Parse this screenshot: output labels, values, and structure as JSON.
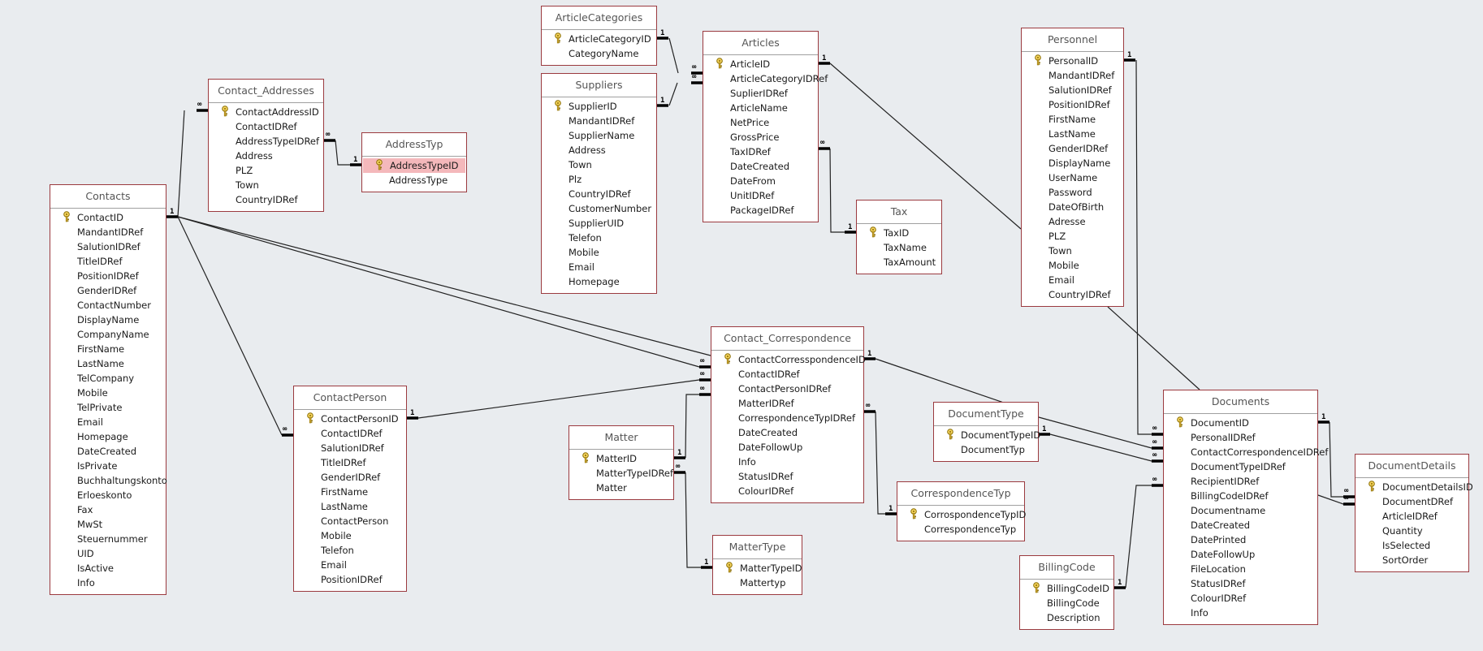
{
  "tables": [
    {
      "name": "Contacts",
      "fields": [
        "ContactID",
        "MandantIDRef",
        "SalutionIDRef",
        "TitleIDRef",
        "PositionIDRef",
        "GenderIDRef",
        "ContactNumber",
        "DisplayName",
        "CompanyName",
        "FirstName",
        "LastName",
        "TelCompany",
        "Mobile",
        "TelPrivate",
        "Email",
        "Homepage",
        "DateCreated",
        "IsPrivate",
        "Buchhaltungskonto",
        "Erloeskonto",
        "Fax",
        "MwSt",
        "Steuernummer",
        "UID",
        "IsActive",
        "Info"
      ],
      "key_index": 0
    },
    {
      "name": "Contact_Addresses",
      "fields": [
        "ContactAddressID",
        "ContactIDRef",
        "AddressTypeIDRef",
        "Address",
        "PLZ",
        "Town",
        "CountryIDRef"
      ],
      "key_index": 0
    },
    {
      "name": "AddressTyp",
      "fields": [
        "AddressTypeID",
        "AddressType"
      ],
      "key_index": 0,
      "selected_index": 0
    },
    {
      "name": "ArticleCategories",
      "fields": [
        "ArticleCategoryID",
        "CategoryName"
      ],
      "key_index": 0
    },
    {
      "name": "Suppliers",
      "fields": [
        "SupplierID",
        "MandantIDRef",
        "SupplierName",
        "Address",
        "Town",
        "Plz",
        "CountryIDRef",
        "CustomerNumber",
        "SupplierUID",
        "Telefon",
        "Mobile",
        "Email",
        "Homepage"
      ],
      "key_index": 0
    },
    {
      "name": "Articles",
      "fields": [
        "ArticleID",
        "ArticleCategoryIDRef",
        "SuplierIDRef",
        "ArticleName",
        "NetPrice",
        "GrossPrice",
        "TaxIDRef",
        "DateCreated",
        "DateFrom",
        "UnitIDRef",
        "PackageIDRef"
      ],
      "key_index": 0
    },
    {
      "name": "Tax",
      "fields": [
        "TaxID",
        "TaxName",
        "TaxAmount"
      ],
      "key_index": 0
    },
    {
      "name": "Personnel",
      "fields": [
        "PersonalID",
        "MandantIDRef",
        "SalutionIDRef",
        "PositionIDRef",
        "FirstName",
        "LastName",
        "GenderIDRef",
        "DisplayName",
        "UserName",
        "Password",
        "DateOfBirth",
        "Adresse",
        "PLZ",
        "Town",
        "Mobile",
        "Email",
        "CountryIDRef"
      ],
      "key_index": 0
    },
    {
      "name": "Contact_Correspondence",
      "fields": [
        "ContactCorresspondenceID",
        "ContactIDRef",
        "ContactPersonIDRef",
        "MatterIDRef",
        "CorrespondenceTypIDRef",
        "DateCreated",
        "DateFollowUp",
        "Info",
        "StatusIDRef",
        "ColourIDRef"
      ],
      "key_index": 0
    },
    {
      "name": "ContactPerson",
      "fields": [
        "ContactPersonID",
        "ContactIDRef",
        "SalutionIDRef",
        "TitleIDRef",
        "GenderIDRef",
        "FirstName",
        "LastName",
        "ContactPerson",
        "Mobile",
        "Telefon",
        "Email",
        "PositionIDRef"
      ],
      "key_index": 0
    },
    {
      "name": "Matter",
      "fields": [
        "MatterID",
        "MatterTypeIDRef",
        "Matter"
      ],
      "key_index": 0
    },
    {
      "name": "MatterType",
      "fields": [
        "MatterTypeID",
        "Mattertyp"
      ],
      "key_index": 0
    },
    {
      "name": "DocumentType",
      "fields": [
        "DocumentTypeID",
        "DocumentTyp"
      ],
      "key_index": 0
    },
    {
      "name": "CorrespondenceTyp",
      "fields": [
        "CorrospondenceTypID",
        "CorrespondenceTyp"
      ],
      "key_index": 0
    },
    {
      "name": "BillingCode",
      "fields": [
        "BillingCodeID",
        "BillingCode",
        "Description"
      ],
      "key_index": 0
    },
    {
      "name": "Documents",
      "fields": [
        "DocumentID",
        "PersonalIDRef",
        "ContactCorrespondenceIDRef",
        "DocumentTypeIDRef",
        "RecipientIDRef",
        "BillingCodeIDRef",
        "Documentname",
        "DateCreated",
        "DatePrinted",
        "DateFollowUp",
        "FileLocation",
        "StatusIDRef",
        "ColourIDRef",
        "Info"
      ],
      "key_index": 0
    },
    {
      "name": "DocumentDetails",
      "fields": [
        "DocumentDetailsID",
        "DocumentDRef",
        "ArticleIDRef",
        "Quantity",
        "IsSelected",
        "SortOrder"
      ],
      "key_index": 0
    }
  ],
  "relationships": [
    {
      "from": "Contacts.ContactID",
      "to": "Contact_Addresses.ContactIDRef",
      "one": "1",
      "many": "∞"
    },
    {
      "from": "AddressTyp.AddressTypeID",
      "to": "Contact_Addresses.AddressTypeIDRef",
      "one": "1",
      "many": "∞"
    },
    {
      "from": "ArticleCategories.ArticleCategoryID",
      "to": "Articles.ArticleCategoryIDRef",
      "one": "1",
      "many": "∞"
    },
    {
      "from": "Suppliers.SupplierID",
      "to": "Articles.SuplierIDRef",
      "one": "1",
      "many": "∞"
    },
    {
      "from": "Tax.TaxID",
      "to": "Articles.TaxIDRef",
      "one": "1",
      "many": "∞"
    },
    {
      "from": "Contacts.ContactID",
      "to": "ContactPerson.ContactIDRef",
      "one": "1",
      "many": "∞"
    },
    {
      "from": "Contacts.ContactID",
      "to": "Contact_Correspondence.ContactIDRef",
      "one": "1",
      "many": "∞"
    },
    {
      "from": "ContactPerson.ContactPersonID",
      "to": "Contact_Correspondence.ContactPersonIDRef",
      "one": "1",
      "many": "∞"
    },
    {
      "from": "Matter.MatterID",
      "to": "Contact_Correspondence.MatterIDRef",
      "one": "1",
      "many": "∞"
    },
    {
      "from": "MatterType.MatterTypeID",
      "to": "Matter.MatterTypeIDRef",
      "one": "1",
      "many": "∞"
    },
    {
      "from": "CorrespondenceTyp.CorrospondenceTypID",
      "to": "Contact_Correspondence.CorrespondenceTypIDRef",
      "one": "1",
      "many": "∞"
    },
    {
      "from": "Personnel.PersonalID",
      "to": "Documents.PersonalIDRef",
      "one": "1",
      "many": "∞"
    },
    {
      "from": "Contact_Correspondence.ContactCorresspondenceID",
      "to": "Documents.ContactCorrespondenceIDRef",
      "one": "1",
      "many": "∞"
    },
    {
      "from": "DocumentType.DocumentTypeID",
      "to": "Documents.DocumentTypeIDRef",
      "one": "1",
      "many": "∞"
    },
    {
      "from": "BillingCode.BillingCodeID",
      "to": "Documents.BillingCodeIDRef",
      "one": "1",
      "many": "∞"
    },
    {
      "from": "Documents.DocumentID",
      "to": "DocumentDetails.DocumentDRef",
      "one": "1",
      "many": "∞"
    },
    {
      "from": "Articles.ArticleID",
      "to": "DocumentDetails.ArticleIDRef",
      "one": "1",
      "many": "∞"
    }
  ],
  "colors": {
    "border": "#9b3a3f",
    "background": "#e9ecef",
    "selected_row": "#f4b8bb"
  }
}
